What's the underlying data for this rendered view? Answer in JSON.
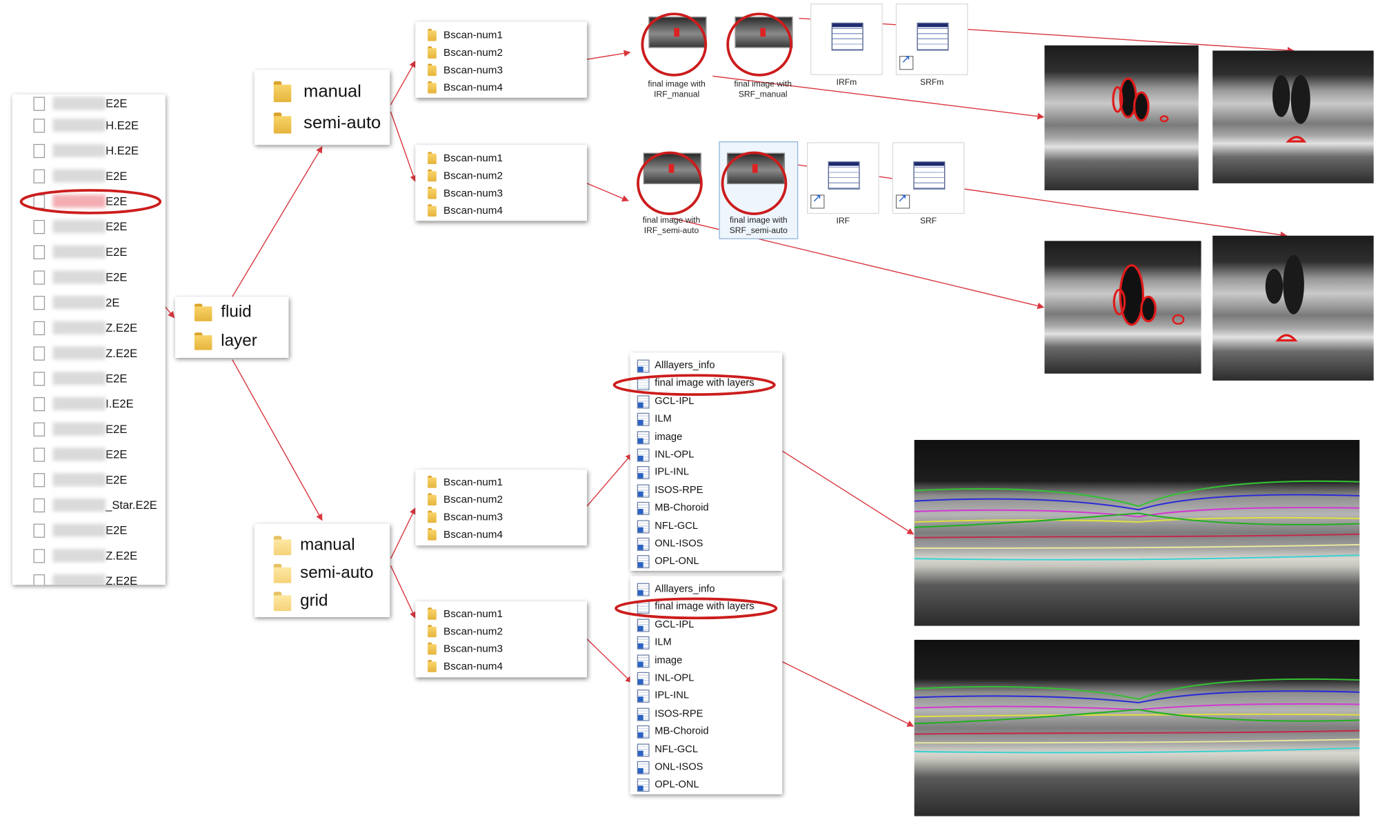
{
  "file_list": [
    "E2E",
    "H.E2E",
    "H.E2E",
    "E2E",
    "E2E",
    "E2E",
    "E2E",
    "E2E",
    "2E",
    "Z.E2E",
    "Z.E2E",
    "E2E",
    "I.E2E",
    "E2E",
    "E2E",
    "E2E",
    "_Star.E2E",
    "E2E",
    "Z.E2E",
    "Z.E2E"
  ],
  "top_folders": [
    "fluid",
    "layer"
  ],
  "fluid_folders": [
    "manual",
    "semi-auto"
  ],
  "layer_folders": [
    "manual",
    "semi-auto",
    "grid"
  ],
  "bscans": [
    "Bscan-num1",
    "Bscan-num2",
    "Bscan-num3",
    "Bscan-num4"
  ],
  "manual_icons": [
    {
      "label": "final image with IRF_manual",
      "kind": "image"
    },
    {
      "label": "final image with SRF_manual",
      "kind": "image"
    },
    {
      "label": "IRFm",
      "kind": "table"
    },
    {
      "label": "SRFm",
      "kind": "table-shortcut"
    }
  ],
  "semi_icons": [
    {
      "label": "final image with IRF_semi-auto",
      "kind": "image"
    },
    {
      "label": "final image with SRF_semi-auto",
      "kind": "image"
    },
    {
      "label": "IRF",
      "kind": "table-shortcut"
    },
    {
      "label": "SRF",
      "kind": "table-shortcut"
    }
  ],
  "layer_files": [
    "Alllayers_info",
    "final image with layers",
    "GCL-IPL",
    "ILM",
    "image",
    "INL-OPL",
    "IPL-INL",
    "ISOS-RPE",
    "MB-Choroid",
    "NFL-GCL",
    "ONL-ISOS",
    "OPL-ONL"
  ],
  "colors": {
    "highlight": "#cc1c1c",
    "arrow": "#d9363e",
    "folder": "#f4c652"
  }
}
